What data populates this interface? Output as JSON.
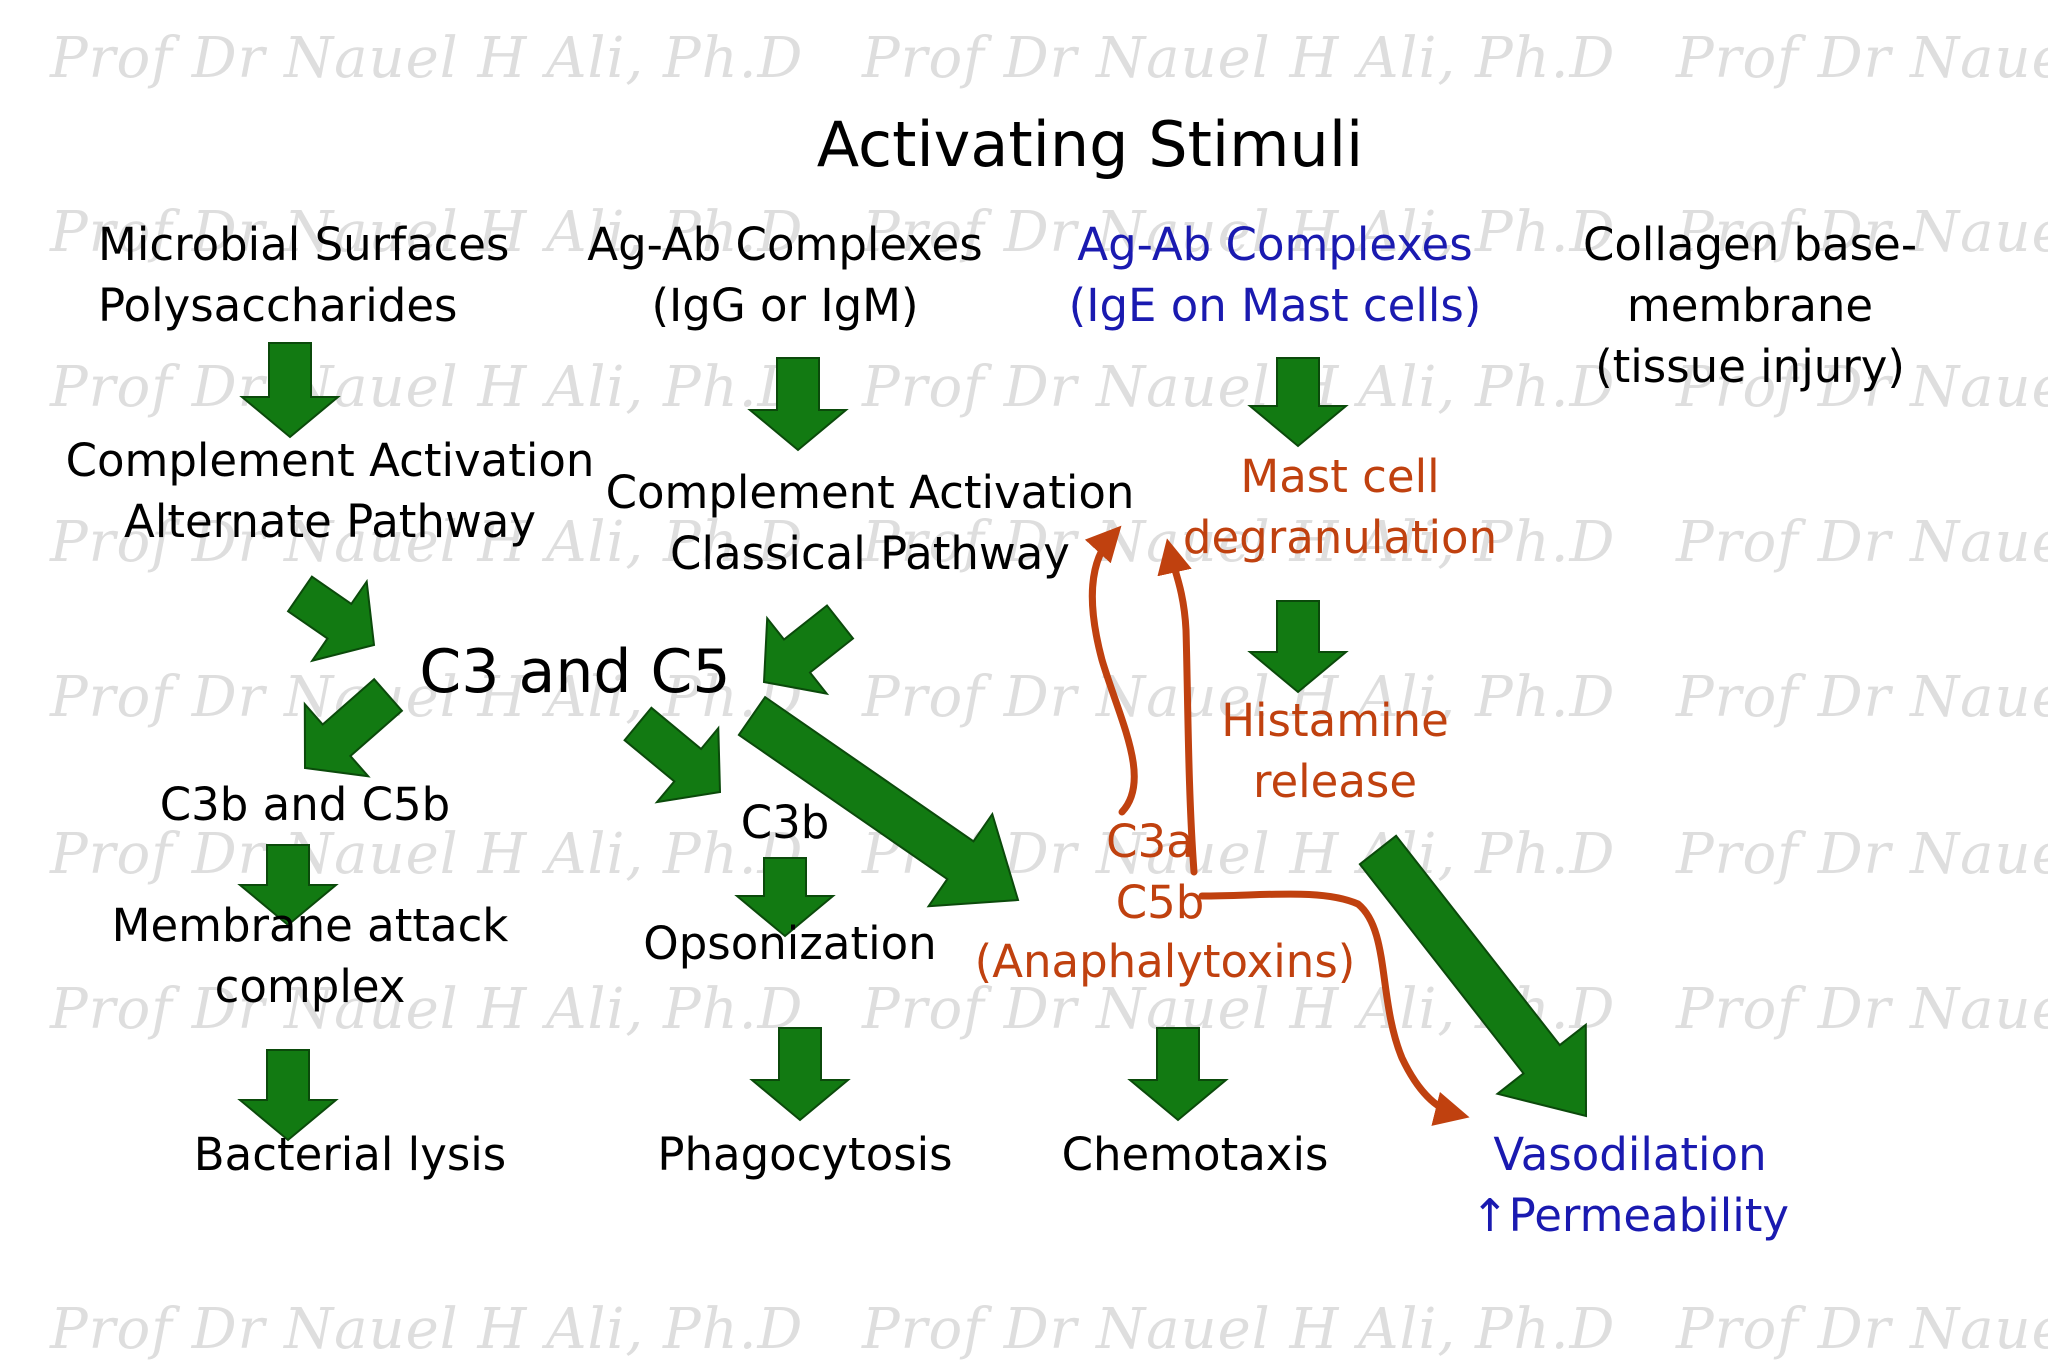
{
  "watermark": "Prof Dr Nauel H Ali, Ph.D",
  "title": "Activating Stimuli",
  "stimuli": {
    "microbial": [
      "Microbial Surfaces",
      "Polysaccharides"
    ],
    "agab_igg": [
      "Ag-Ab Complexes",
      "(IgG or IgM)"
    ],
    "agab_ige": [
      "Ag-Ab Complexes",
      "(IgE on Mast cells)"
    ],
    "collagen": [
      "Collagen base-",
      "membrane",
      "(tissue injury)"
    ]
  },
  "pathways": {
    "alternate": [
      "Complement Activation",
      "Alternate Pathway"
    ],
    "classical": [
      "Complement Activation",
      "Classical Pathway"
    ],
    "mast": [
      "Mast cell",
      "degranulation"
    ]
  },
  "center": "C3 and C5",
  "products": {
    "c3b_c5b": "C3b and C5b",
    "c3b": "C3b",
    "histamine": [
      "Histamine",
      "release"
    ],
    "anaphylatoxins": [
      "C3a",
      "C5b",
      "(Anaphalytoxins)"
    ]
  },
  "mechanisms": {
    "mac": [
      "Membrane attack",
      "complex"
    ],
    "opsonization": "Opsonization"
  },
  "outcomes": {
    "lysis": "Bacterial lysis",
    "phagocytosis": "Phagocytosis",
    "chemotaxis": "Chemotaxis",
    "vasodilation": [
      "Vasodilation",
      "↑Permeability"
    ]
  },
  "colors": {
    "text": "#000000",
    "red": "#c0410f",
    "blue": "#1a1ab0",
    "arrow_green": "#127a12",
    "arrow_outline": "#0b4a0b",
    "watermark": "#dedede"
  }
}
